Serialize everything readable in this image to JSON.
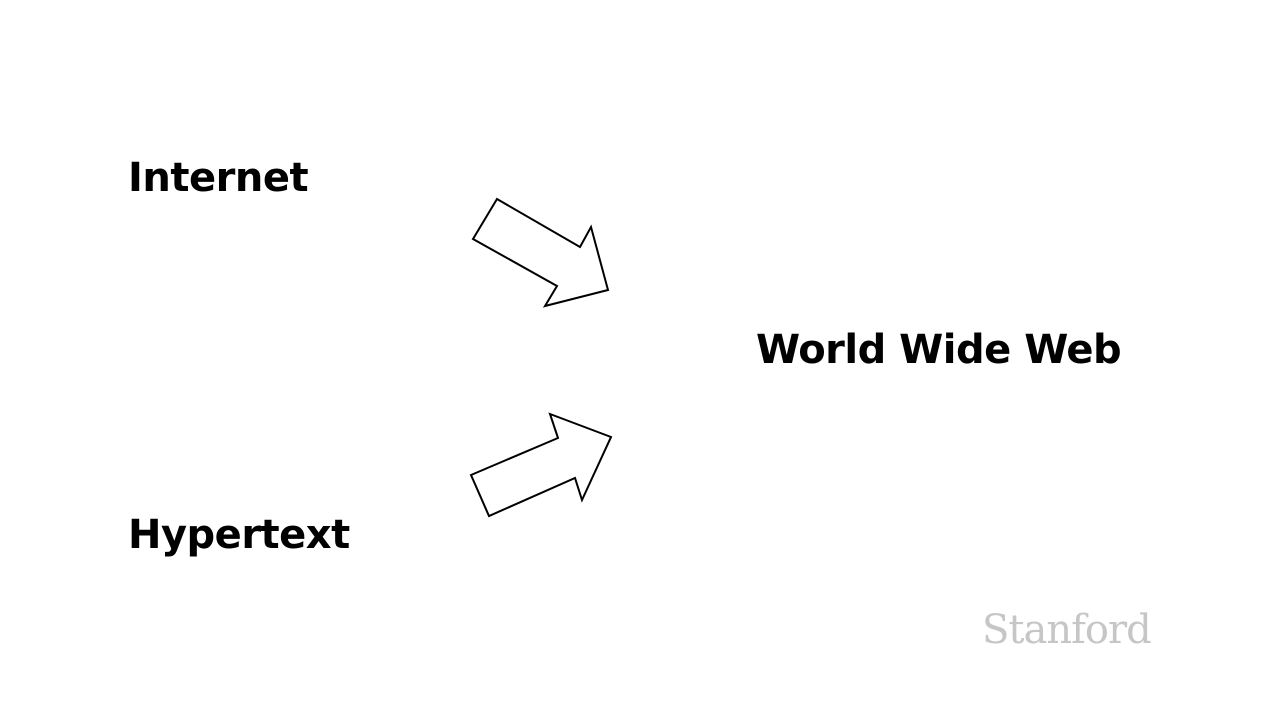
{
  "diagram": {
    "nodes": {
      "internet": "Internet",
      "hypertext": "Hypertext",
      "result": "World Wide Web"
    },
    "edges": [
      {
        "from": "internet",
        "to": "result"
      },
      {
        "from": "hypertext",
        "to": "result"
      }
    ]
  },
  "watermark": {
    "text": "Stanford",
    "color": "#c6c6c6"
  }
}
